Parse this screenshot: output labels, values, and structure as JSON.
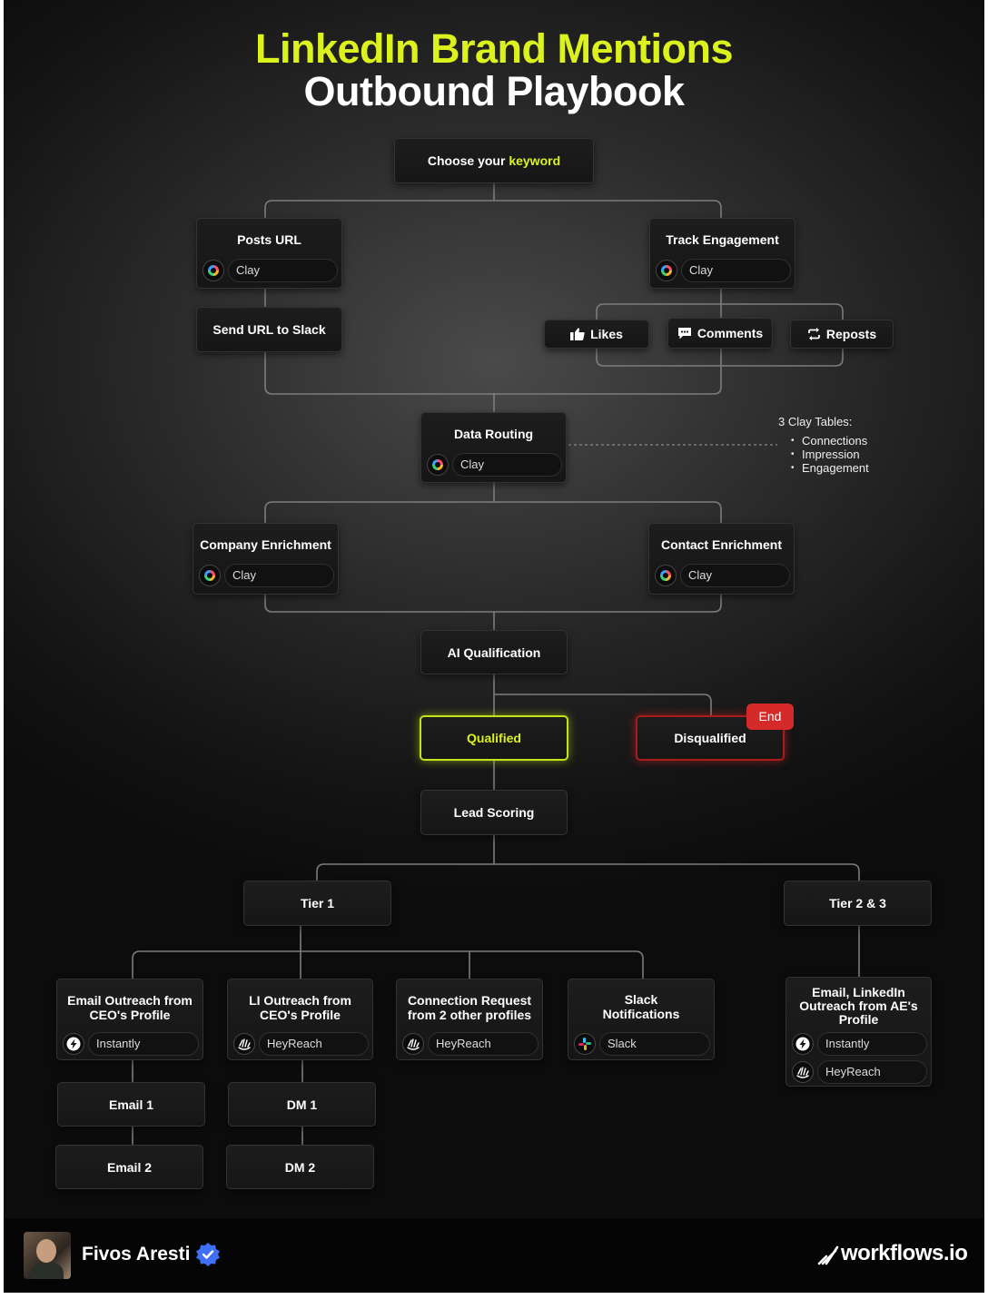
{
  "title_line1": "LinkedIn Brand Mentions",
  "title_line2": "Outbound Playbook",
  "nodes": {
    "keyword_prefix": "Choose your",
    "keyword_highlight": "keyword",
    "posts_url": "Posts URL",
    "send_url_slack": "Send URL to Slack",
    "track_engagement": "Track Engagement",
    "likes": "Likes",
    "comments": "Comments",
    "reposts": "Reposts",
    "data_routing": "Data Routing",
    "company_enrichment": "Company Enrichment",
    "contact_enrichment": "Contact Enrichment",
    "ai_qualification": "AI Qualification",
    "qualified": "Qualified",
    "disqualified": "Disqualified",
    "end_badge": "End",
    "lead_scoring": "Lead Scoring",
    "tier1": "Tier 1",
    "tier23": "Tier 2 & 3",
    "email_outreach_l1": "Email Outreach from",
    "email_outreach_l2": "CEO's Profile",
    "li_outreach_l1": "LI Outreach from",
    "li_outreach_l2": "CEO's Profile",
    "conn_req_l1": "Connection Request",
    "conn_req_l2": "from 2 other profiles",
    "slack_notif_l1": "Slack",
    "slack_notif_l2": "Notifications",
    "ae_outreach_l1": "Email, LinkedIn",
    "ae_outreach_l2": "Outreach from AE's",
    "ae_outreach_l3": "Profile",
    "email1": "Email 1",
    "email2": "Email 2",
    "dm1": "DM 1",
    "dm2": "DM 2"
  },
  "tools": {
    "clay": "Clay",
    "instantly": "Instantly",
    "heyreach": "HeyReach",
    "slack": "Slack"
  },
  "note": {
    "title": "3 Clay Tables:",
    "items": [
      "Connections",
      "Impression",
      "Engagement"
    ]
  },
  "footer": {
    "author": "Fivos Aresti",
    "brand": "workflows.io"
  },
  "colors": {
    "accent": "#dcf21c",
    "end_red": "#d42a2a",
    "verified_blue": "#3f6ff5"
  }
}
